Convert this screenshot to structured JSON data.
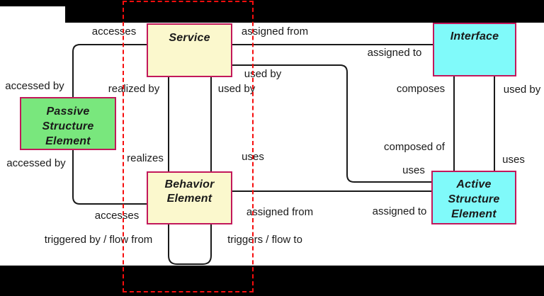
{
  "diagram": {
    "boxes": {
      "service": "Service",
      "interface": "Interface",
      "passive": "Passive\nStructure\nElement",
      "behavior": "Behavior\nElement",
      "active": "Active\nStructure\nElement"
    },
    "edge_labels": {
      "accesses_top": "accesses",
      "assigned_from_top": "assigned from",
      "assigned_to_top": "assigned to",
      "accessed_by_top": "accessed by",
      "realized_by": "realized by",
      "used_by_upper": "used by",
      "used_by_mid": "used by",
      "composes": "composes",
      "used_by_right": "used by",
      "realizes": "realizes",
      "uses_left": "uses",
      "composed_of": "composed of",
      "uses_right": "uses",
      "uses_mid": "uses",
      "accessed_by_bottom": "accessed by",
      "accesses_bottom": "accesses",
      "assigned_from_bottom": "assigned from",
      "assigned_to_bottom": "assigned to",
      "triggered_by": "triggered by / flow from",
      "triggers": "triggers / flow to"
    },
    "colors": {
      "service_fill": "#fbf8cd",
      "interface_fill": "#80fafa",
      "passive_fill": "#79e77d",
      "node_border": "#c2185b",
      "connector": "#1a1a1a",
      "marquee_red": "#f60d0d",
      "bars": "#000000"
    }
  }
}
